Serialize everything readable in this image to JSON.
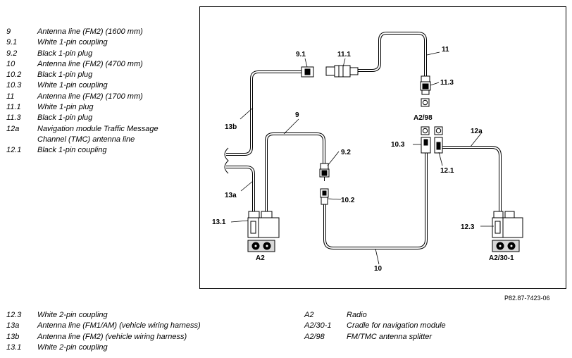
{
  "legend_top": [
    {
      "code": "9",
      "text": "Antenna line (FM2) (1600 mm)"
    },
    {
      "code": "9.1",
      "text": "White 1-pin coupling"
    },
    {
      "code": "9.2",
      "text": "Black 1-pin plug"
    },
    {
      "code": "10",
      "text": "Antenna line (FM2) (4700 mm)"
    },
    {
      "code": "10.2",
      "text": "Black 1-pin plug"
    },
    {
      "code": "10.3",
      "text": "White 1-pin coupling"
    },
    {
      "code": "11",
      "text": "Antenna line (FM2) (1700 mm)"
    },
    {
      "code": "11.1",
      "text": "White 1-pin plug"
    },
    {
      "code": "11.3",
      "text": "Black 1-pin plug"
    },
    {
      "code": "12a",
      "text": "Navigation module Traffic Message"
    },
    {
      "code": "",
      "text": "Channel (TMC) antenna line"
    },
    {
      "code": "12.1",
      "text": "Black 1-pin coupling"
    }
  ],
  "legend_bottom_left": [
    {
      "code": "12.3",
      "text": "White 2-pin coupling"
    },
    {
      "code": "13a",
      "text": "Antenna line (FM1/AM) (vehicle wiring harness)"
    },
    {
      "code": "13b",
      "text": "Antenna line (FM2) (vehicle wiring harness)"
    },
    {
      "code": "13.1",
      "text": "White 2-pin coupling"
    }
  ],
  "legend_bottom_right": [
    {
      "code": "A2",
      "text": "Radio"
    },
    {
      "code": "A2/30-1",
      "text": "Cradle for navigation module"
    },
    {
      "code": "A2/98",
      "text": "FM/TMC antenna splitter"
    }
  ],
  "diagram_labels": {
    "l9_1": "9.1",
    "l11_1": "11.1",
    "l11": "11",
    "l11_3": "11.3",
    "lA2_98": "A2/98",
    "l13b": "13b",
    "l9": "9",
    "l9_2": "9.2",
    "l10_3": "10.3",
    "l12a": "12a",
    "l12_1": "12.1",
    "l13a": "13a",
    "l10_2": "10.2",
    "l13_1": "13.1",
    "l12_3": "12.3",
    "lA2": "A2",
    "lA2_30_1": "A2/30-1",
    "l10": "10"
  },
  "figure_ref": "P82.87-7423-06"
}
